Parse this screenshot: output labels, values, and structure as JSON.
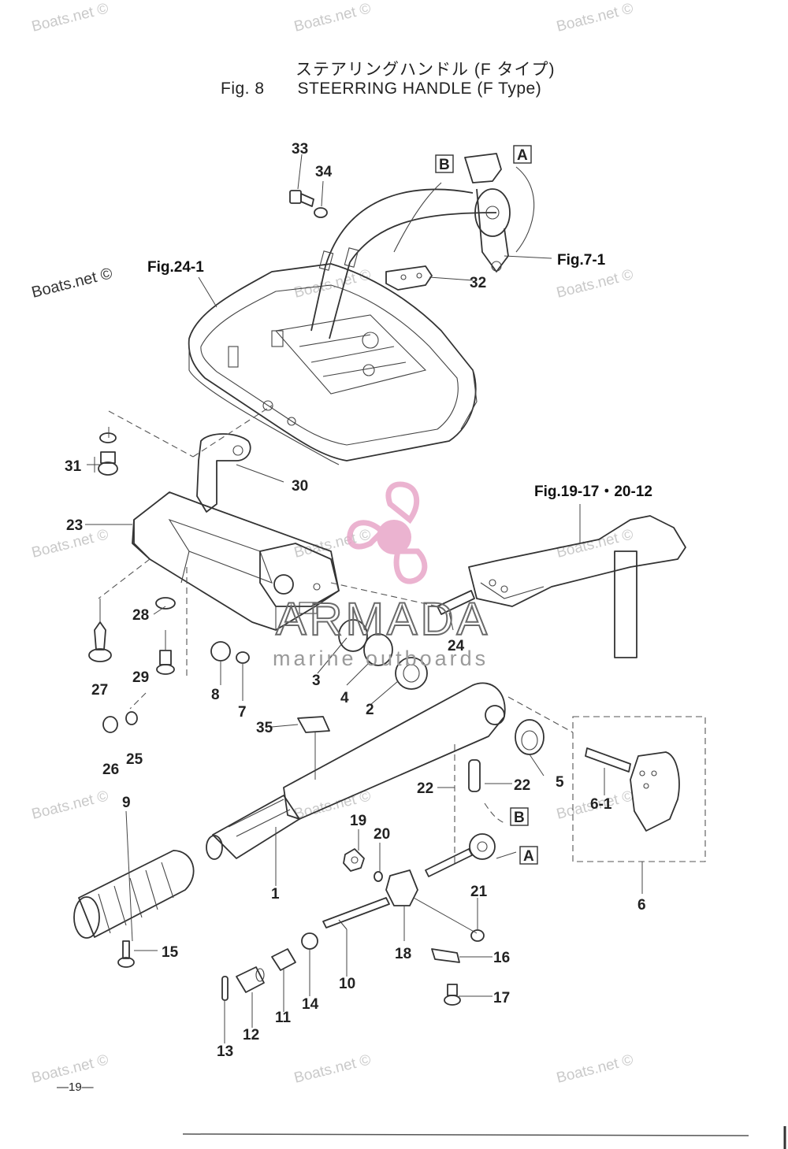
{
  "title": {
    "japanese": "ステアリングハンドル (F タイプ)",
    "fig_number": "Fig. 8",
    "english": "STEERRING HANDLE (F Type)"
  },
  "reference_figures": {
    "fig24": "Fig.24-1",
    "fig7": "Fig.7-1",
    "fig19": "Fig.19-17・20-12"
  },
  "box_labels": {
    "a": "A",
    "b": "B"
  },
  "part_labels": {
    "p1": "1",
    "p2": "2",
    "p3": "3",
    "p4": "4",
    "p5": "5",
    "p6": "6",
    "p6_1": "6-1",
    "p7": "7",
    "p8": "8",
    "p9": "9",
    "p10": "10",
    "p11": "11",
    "p12": "12",
    "p13": "13",
    "p14": "14",
    "p15": "15",
    "p16": "16",
    "p17": "17",
    "p18": "18",
    "p19": "19",
    "p20": "20",
    "p21": "21",
    "p22a": "22",
    "p22b": "22",
    "p23": "23",
    "p24": "24",
    "p25": "25",
    "p26": "26",
    "p27": "27",
    "p28": "28",
    "p29": "29",
    "p30": "30",
    "p31": "31",
    "p32": "32",
    "p33": "33",
    "p34": "34",
    "p35": "35"
  },
  "watermark": {
    "text": "Boats.net ©"
  },
  "brand": {
    "name": "ARMADA",
    "tagline": "marine outboards",
    "logo_color": "#e8a6c8"
  },
  "page_number": "—19—"
}
